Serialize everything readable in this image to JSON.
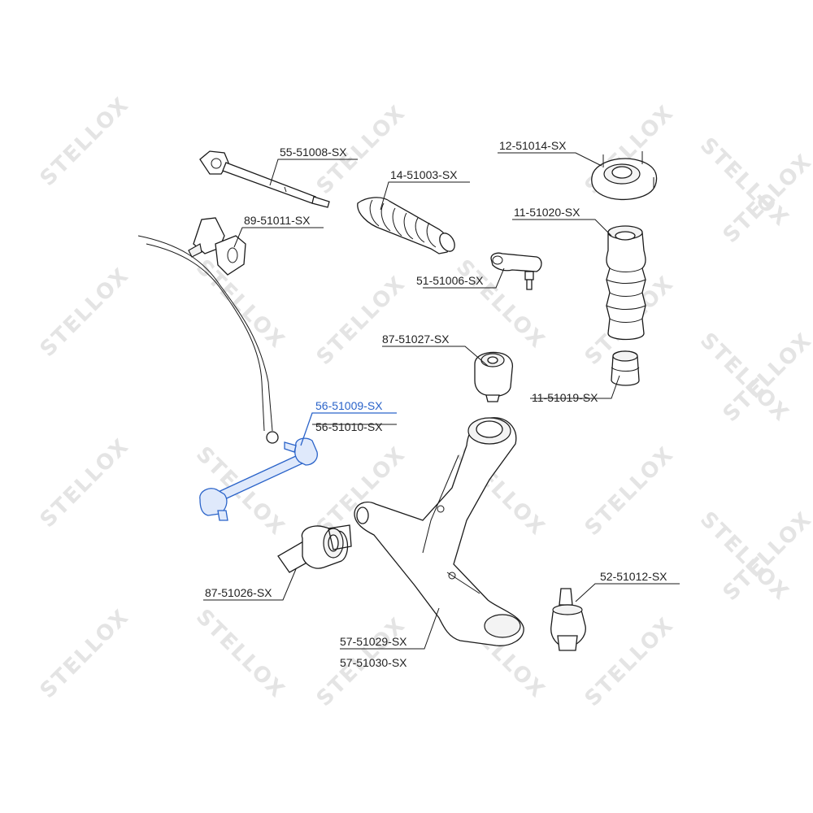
{
  "watermark": {
    "text": "STELLOX"
  },
  "parts": {
    "tie_rod": "55-51008-SX",
    "stabilizer_bushing": "89-51011-SX",
    "steering_boot": "14-51003-SX",
    "tie_rod_end": "51-51006-SX",
    "strut_mount": "12-51014-SX",
    "dust_boot": "11-51020-SX",
    "bump_stop": "11-51019-SX",
    "arm_bushing_rear": "87-51027-SX",
    "stabilizer_link_1": "56-51009-SX",
    "stabilizer_link_2": "56-51010-SX",
    "arm_bushing_front": "87-51026-SX",
    "ball_joint": "52-51012-SX",
    "control_arm_1": "57-51029-SX",
    "control_arm_2": "57-51030-SX"
  },
  "colors": {
    "highlight": "#2a63c9",
    "line": "#1a1a1a",
    "watermark": "#e4e4e4"
  }
}
